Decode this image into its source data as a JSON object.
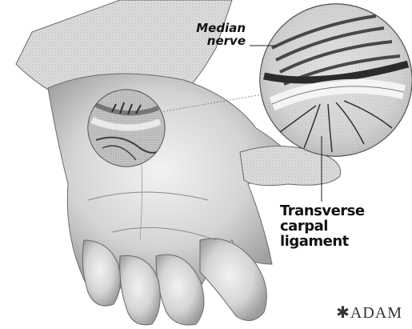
{
  "labels": {
    "median_nerve_line1": "Median",
    "median_nerve_line2": "nerve",
    "ligament_line1": "Transverse",
    "ligament_line2": "carpal",
    "ligament_line3": "ligament"
  },
  "watermark": "✱ADAM",
  "colors": {
    "background": "#ffffff",
    "skin_light": "#e9e9e9",
    "skin_mid": "#c8c8c8",
    "skin_dark": "#9a9a9a",
    "outline": "#555555",
    "nerve": "#3c3c3c",
    "label_text": "#111111"
  }
}
